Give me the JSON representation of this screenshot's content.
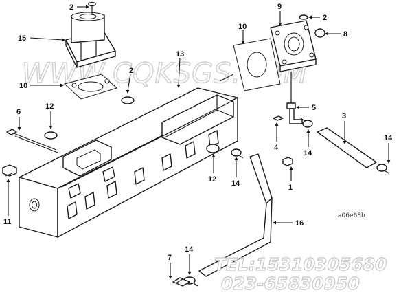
{
  "callouts": {
    "c2_top": "2",
    "c15": "15",
    "c10_left": "10",
    "c2_mid": "2",
    "c13": "13",
    "c6": "6",
    "c12_left": "12",
    "c11": "11",
    "c10_right": "10",
    "c9": "9",
    "c2_right": "2",
    "c8": "8",
    "c5": "5",
    "c4": "4",
    "c14_mid": "14",
    "c3": "3",
    "c14_right": "14",
    "c12_mid": "12",
    "c14_center": "14",
    "c1": "1",
    "c16": "16",
    "c7": "7",
    "c14_bottom": "14"
  },
  "watermark": {
    "url": "WWW.CQKSGS.COM",
    "tel": "TEL:15310305680",
    "phone": "023-65830950"
  },
  "figure_id": "a06e68b"
}
